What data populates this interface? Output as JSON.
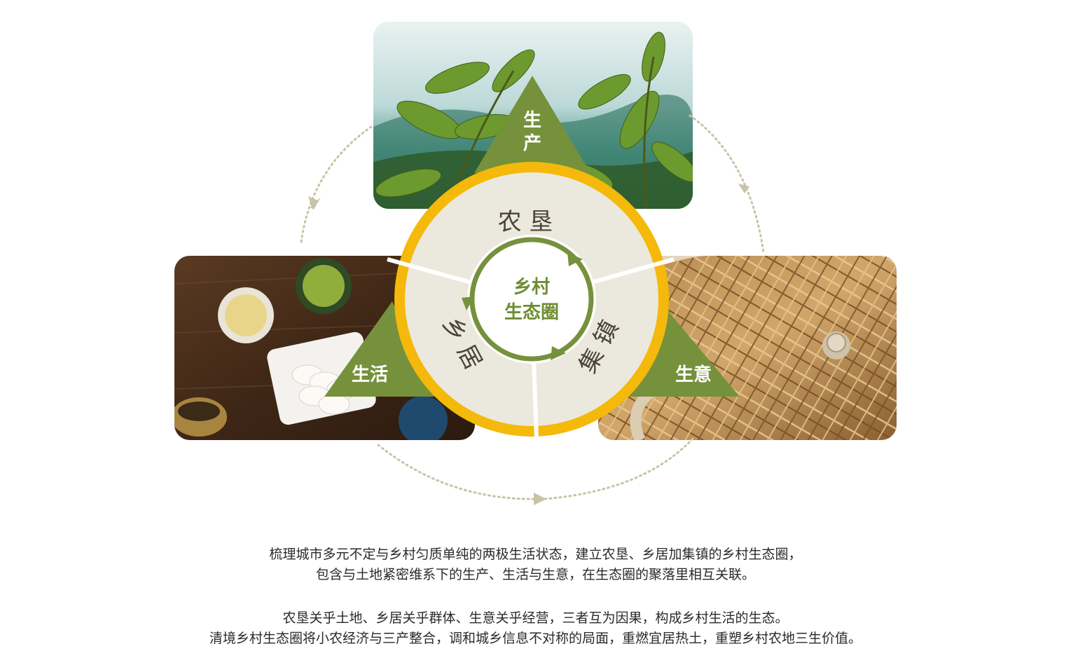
{
  "colors": {
    "olive": "#76913c",
    "gold": "#f4b90a",
    "inner_fill": "#ebe8dd",
    "center_text": "#6f8c33",
    "sector_text": "#4a4437",
    "dotted": "#c9c3a6"
  },
  "images": {
    "tea": "tea-leaves-photo",
    "dining": "tea-and-rice-cake-photo",
    "craft": "woven-bamboo-basket-photo"
  },
  "diagram": {
    "center_label_line1": "乡村",
    "center_label_line2": "生态圈",
    "sectors": {
      "top": "农 垦",
      "left": "乡 居",
      "right": "集 镇"
    },
    "triangles": {
      "top_line1": "生",
      "top_line2": "产",
      "left": "生活",
      "right": "生意"
    }
  },
  "text": {
    "para1_line1": "梳理城市多元不定与乡村匀质单纯的两极生活状态，建立农垦、乡居加集镇的乡村生态圈，",
    "para1_line2": "包含与土地紧密维系下的生产、生活与生意，在生态圈的聚落里相互关联。",
    "para2_line1": "农垦关乎土地、乡居关乎群体、生意关乎经营，三者互为因果，构成乡村生活的生态。",
    "para2_line2": "清境乡村生态圈将小农经济与三产整合，调和城乡信息不对称的局面，重燃宜居热土，重塑乡村农地三生价值。"
  }
}
